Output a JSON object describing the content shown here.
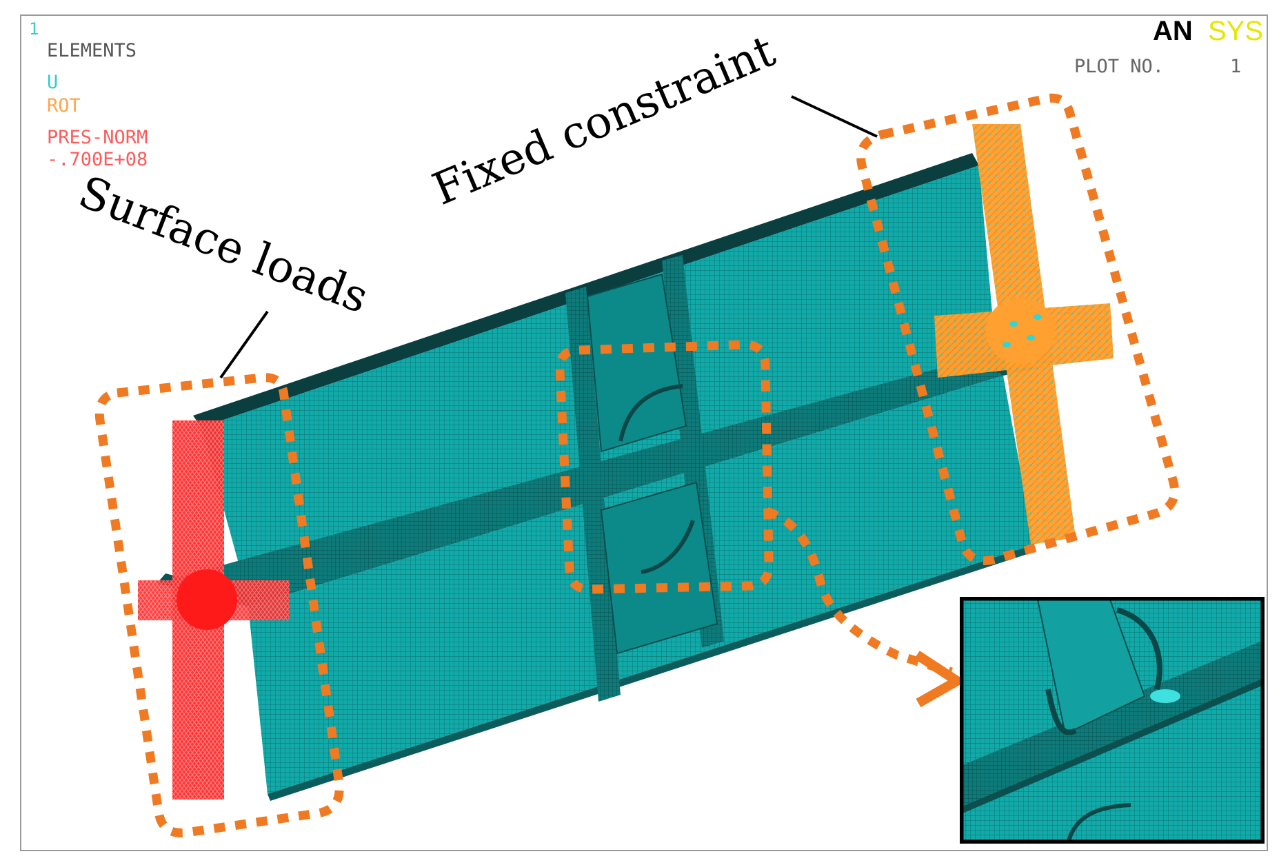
{
  "window": {
    "corner_number": "1",
    "brand": {
      "part1": "AN",
      "part2": "SYS",
      "color1": "#000000",
      "color2": "#e6e600"
    },
    "plot_label": "PLOT NO.",
    "plot_number": "1"
  },
  "legend": {
    "title": "ELEMENTS",
    "items": [
      {
        "text": "U",
        "color": "#33cccc"
      },
      {
        "text": "ROT",
        "color": "#ffa64d"
      },
      {
        "text": "PRES-NORM",
        "color": "#ff5a5a"
      },
      {
        "text": "-.700E+08",
        "color": "#ff5a5a"
      }
    ]
  },
  "annotations": {
    "surface_loads": "Surface loads",
    "fixed_constraint": "Fixed constraint"
  },
  "colors": {
    "mesh": "#0ea5a5",
    "mesh_dark": "#0b5454",
    "load": "#ff1a1a",
    "constraint": "#ff9a1a",
    "highlight": "#f07a22"
  }
}
